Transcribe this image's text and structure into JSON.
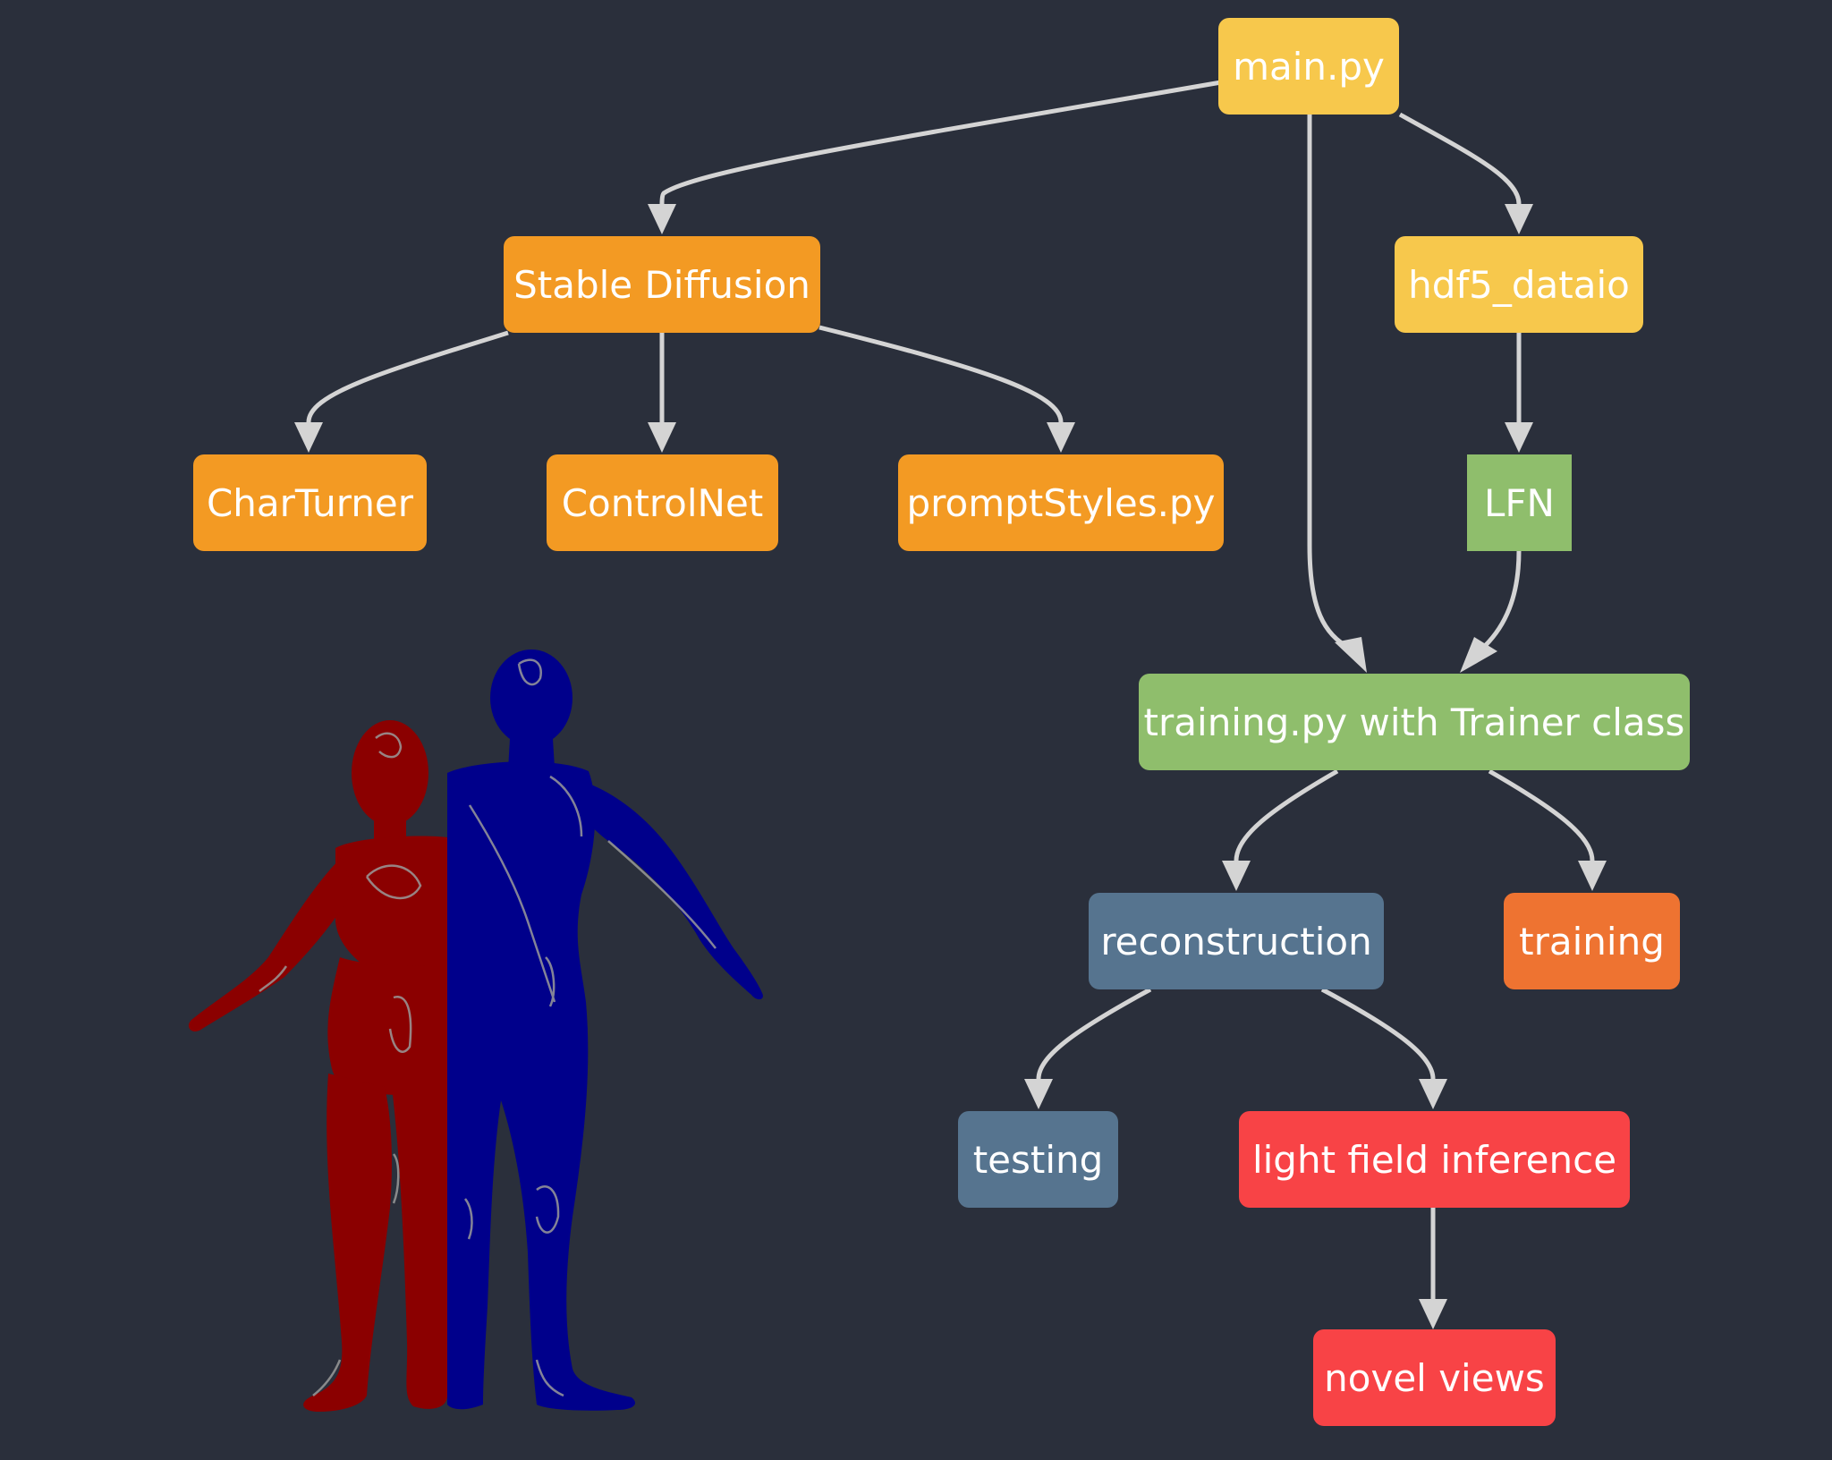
{
  "diagram": {
    "background": "#2a2f3b",
    "edge_color": "#d4d4d4",
    "nodes": {
      "main": {
        "label": "main.py",
        "color": "#f7c84c"
      },
      "stable_diffusion": {
        "label": "Stable Diffusion",
        "color": "#f39a23"
      },
      "hdf5_dataio": {
        "label": "hdf5_dataio",
        "color": "#f7c84c"
      },
      "charturner": {
        "label": "CharTurner",
        "color": "#f39a23"
      },
      "controlnet": {
        "label": "ControlNet",
        "color": "#f39a23"
      },
      "promptstyles": {
        "label": "promptStyles.py",
        "color": "#f39a23"
      },
      "lfn": {
        "label": "LFN",
        "color": "#8fbe6c"
      },
      "training_py": {
        "label": "training.py with Trainer class",
        "color": "#8fbe6c"
      },
      "reconstruction": {
        "label": "reconstruction",
        "color": "#56748f"
      },
      "training": {
        "label": "training",
        "color": "#ee7331"
      },
      "testing": {
        "label": "testing",
        "color": "#56748f"
      },
      "light_field": {
        "label": "light field inference",
        "color": "#f84346"
      },
      "novel_views": {
        "label": "novel views",
        "color": "#f84346"
      }
    },
    "edges": [
      [
        "main",
        "stable_diffusion"
      ],
      [
        "main",
        "hdf5_dataio"
      ],
      [
        "main",
        "training_py"
      ],
      [
        "stable_diffusion",
        "charturner"
      ],
      [
        "stable_diffusion",
        "controlnet"
      ],
      [
        "stable_diffusion",
        "promptstyles"
      ],
      [
        "hdf5_dataio",
        "lfn"
      ],
      [
        "lfn",
        "training_py"
      ],
      [
        "training_py",
        "reconstruction"
      ],
      [
        "training_py",
        "training"
      ],
      [
        "reconstruction",
        "testing"
      ],
      [
        "reconstruction",
        "light_field"
      ],
      [
        "light_field",
        "novel_views"
      ]
    ]
  },
  "figure": {
    "left_color": "#8b0000",
    "right_color": "#00008b",
    "detail_color": "#9a9a9a"
  }
}
